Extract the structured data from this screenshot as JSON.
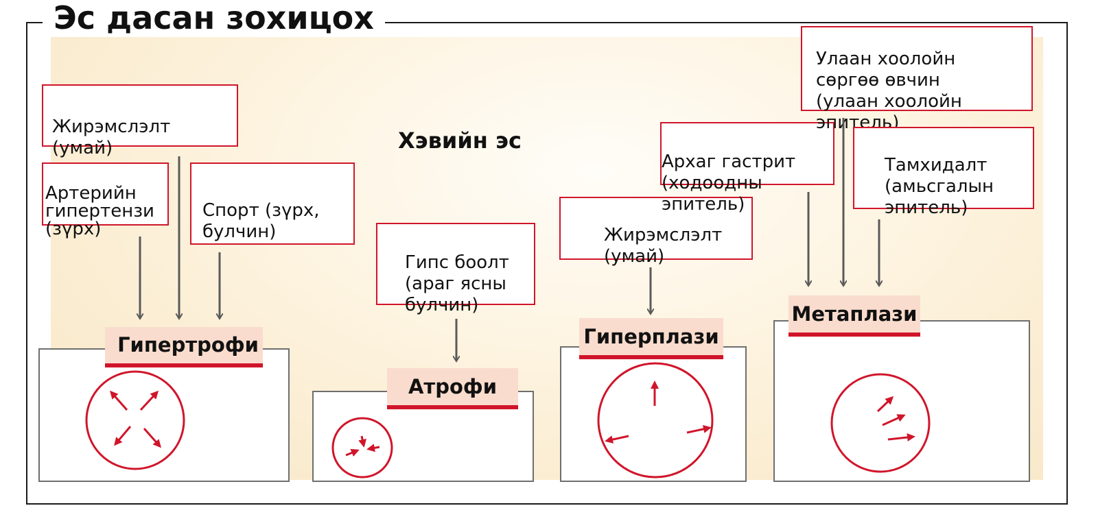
{
  "title": "Эс дасан зохицох",
  "center_label": "Хэвийн эс",
  "causes": {
    "obesity_uterus_1": "Жирэмслэлт\n(умай)",
    "arterial_hypertension": "Артерийн\nгипертензи\n(зүрх)",
    "sport": "Спорт (зүрх,\nбулчин)",
    "cast": "Гипс боолт\n(араг ясны\nбулчин)",
    "obesity_uterus_2": "Жирэмслэлт\n(умай)",
    "chronic_gastritis": "Архаг гастрит\n(ходоодны эпитель)",
    "esophagus_reflux": "Улаан хоолойн\nсөргөө өвчин\n(улаан хоолойн\nэпитель)",
    "smoking": "Тамхидалт\n(амьсгалын\nэпитель)"
  },
  "adaptations": {
    "hypertrophy": "Гипертрофи",
    "atrophy": "Атрофи",
    "hyperplasia": "Гиперплази",
    "metaplasia": "Метаплази"
  },
  "colors": {
    "accent_red": "#d0152a",
    "tag_fill": "#f9dccd",
    "arrow_gray": "#5a5a5a",
    "panel_border": "#6e6e6e",
    "background_glow": "#faecd0"
  }
}
